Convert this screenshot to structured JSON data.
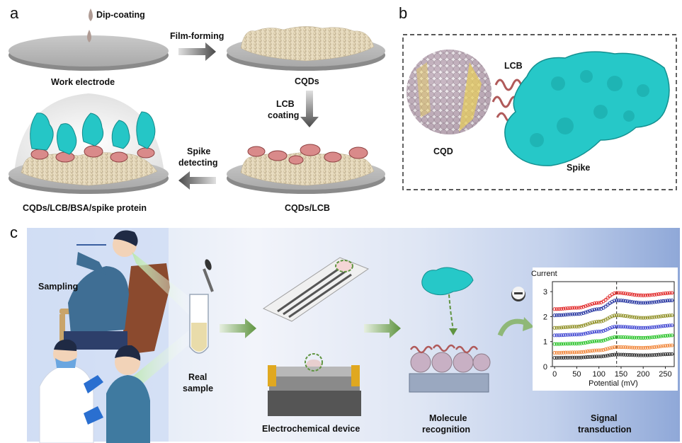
{
  "panel_a": {
    "letter": "a",
    "dip_coating": "Dip-coating",
    "film_forming": "Film-forming",
    "work_electrode": "Work electrode",
    "cqds": "CQDs",
    "lcb_coating_line1": "LCB",
    "lcb_coating_line2": "coating",
    "spike_detecting_line1": "Spike",
    "spike_detecting_line2": "detecting",
    "cqds_lcb": "CQDs/LCB",
    "final": "CQDs/LCB/BSA/spike protein"
  },
  "panel_b": {
    "letter": "b",
    "lcb": "LCB",
    "cqd": "CQD",
    "spike": "Spike"
  },
  "panel_c": {
    "letter": "c",
    "sampling": "Sampling",
    "real_sample_line1": "Real",
    "real_sample_line2": "sample",
    "electrochemical_device": "Electrochemical device",
    "molecule_recognition_line1": "Molecule",
    "molecule_recognition_line2": "recognition",
    "signal_transduction_line1": "Signal",
    "signal_transduction_line2": "transduction",
    "colors": {
      "background_left": "#d4e2f6",
      "background_right": "#8fa8d8",
      "arrow_green": "#6d9c4e",
      "protein_cyan": "#25c6c6"
    }
  },
  "chart_data": {
    "type": "line",
    "ylabel": "Current",
    "xlabel": "Potential (mV)",
    "xlim": [
      -5,
      270
    ],
    "ylim": [
      0,
      3.4
    ],
    "xticks": [
      "0",
      "50",
      "100",
      "150",
      "200",
      "250"
    ],
    "yticks": [
      "0",
      "1",
      "2",
      "3"
    ],
    "marker_line_x": 140,
    "series_colors": [
      "#e02020",
      "#1c2c9c",
      "#8a8a1a",
      "#3a40d0",
      "#20c020",
      "#f08030",
      "#222222"
    ],
    "series_values": [
      [
        2.3,
        2.35,
        2.55,
        2.95,
        2.85,
        2.95
      ],
      [
        2.05,
        2.1,
        2.3,
        2.65,
        2.55,
        2.65
      ],
      [
        1.55,
        1.6,
        1.8,
        2.05,
        1.95,
        2.05
      ],
      [
        1.25,
        1.28,
        1.4,
        1.6,
        1.55,
        1.65
      ],
      [
        0.9,
        0.92,
        1.02,
        1.18,
        1.15,
        1.25
      ],
      [
        0.55,
        0.57,
        0.65,
        0.78,
        0.75,
        0.85
      ],
      [
        0.35,
        0.36,
        0.4,
        0.48,
        0.45,
        0.5
      ]
    ],
    "series_x": [
      0,
      50,
      100,
      140,
      200,
      270
    ]
  }
}
